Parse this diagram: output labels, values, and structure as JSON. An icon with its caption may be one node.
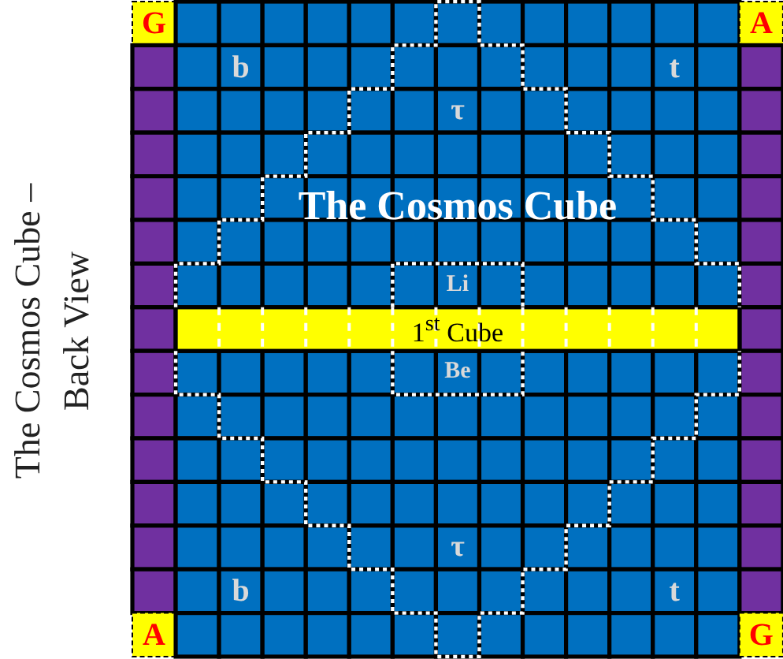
{
  "diagram": {
    "title": "The Cosmos Cube – Back View",
    "labels": [
      "G",
      "A",
      "b",
      "t",
      "τ",
      "The Cosmos Cube",
      "Li",
      "1$^{st}$ Cube",
      "Be",
      "τ",
      "b",
      "t",
      "A",
      "G"
    ]
  }
}
